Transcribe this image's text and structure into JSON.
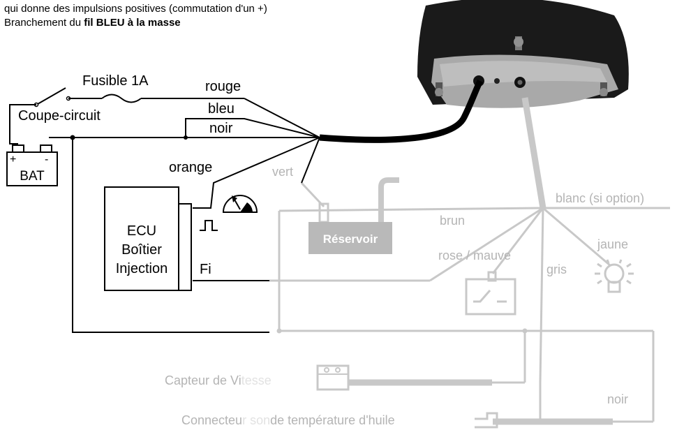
{
  "header": {
    "line1": "qui donne des impulsions positives (commutation d'un +)",
    "line2_prefix": "Branchement du ",
    "line2_bold": "fil BLEU à la masse"
  },
  "labels": {
    "fuse": "Fusible 1A",
    "breaker": "Coupe-circuit",
    "bat_plus": "+",
    "bat_minus": "-",
    "bat": "BAT",
    "rouge": "rouge",
    "bleu": "bleu",
    "noir_top": "noir",
    "orange": "orange",
    "vert": "vert",
    "ecu_1": "ECU",
    "ecu_2": "Boîtier",
    "ecu_3": "Injection",
    "fi": "Fi",
    "reservoir": "Réservoir",
    "brun": "brun",
    "rose": "rose / mauve",
    "gris": "gris",
    "jaune": "jaune",
    "blanc": "blanc (si option)",
    "capteur_a": "Capteur de Vi",
    "capteur_b": "tesse",
    "noir_bottom": "noir",
    "conn_a": "Connecteu",
    "conn_b": "r son",
    "conn_c": "de température d'huile"
  },
  "colors": {
    "wire": "#000000",
    "faded": "#c8c8c8",
    "faded_text": "#b4b4b4",
    "reservoir_fill": "#b9b9b9",
    "gauge_metal": "#a8a8a8",
    "gauge_dark": "#1c1c1c"
  }
}
